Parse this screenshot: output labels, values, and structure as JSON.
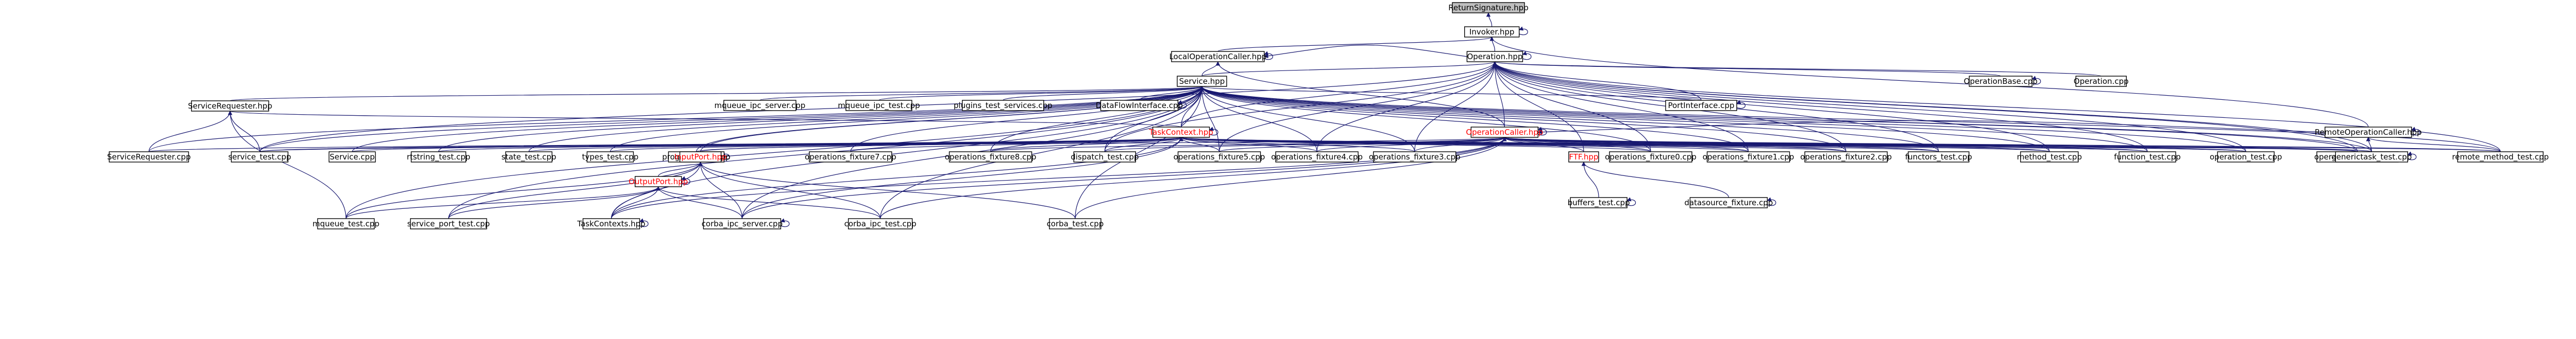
{
  "diagram": {
    "nodes": [
      {
        "id": "returnsig",
        "label": "ReturnSignature.hpp",
        "style": "root"
      },
      {
        "id": "invoker",
        "label": "Invoker.hpp"
      },
      {
        "id": "localopcaller",
        "label": "LocalOperationCaller.hpp"
      },
      {
        "id": "operation_hpp",
        "label": "Operation.hpp"
      },
      {
        "id": "service_hpp",
        "label": "Service.hpp"
      },
      {
        "id": "servicerequester_hpp",
        "label": "ServiceRequester.hpp"
      },
      {
        "id": "mqueue_ipc_server",
        "label": "mqueue_ipc_server.cpp"
      },
      {
        "id": "mqueue_ipc_test",
        "label": "mqueue_ipc_test.cpp"
      },
      {
        "id": "plugins_test_services",
        "label": "plugins_test_services.cpp"
      },
      {
        "id": "dataflowinterface",
        "label": "DataFlowInterface.cpp"
      },
      {
        "id": "portinterface",
        "label": "PortInterface.cpp"
      },
      {
        "id": "operationbase",
        "label": "OperationBase.cpp"
      },
      {
        "id": "operation_cpp",
        "label": "Operation.cpp"
      },
      {
        "id": "remoteopcaller",
        "label": "RemoteOperationCaller.hpp"
      },
      {
        "id": "taskcontext",
        "label": "TaskContext.hpp",
        "style": "red"
      },
      {
        "id": "operationcaller",
        "label": "OperationCaller.hpp",
        "style": "red"
      },
      {
        "id": "servicerequester_cpp",
        "label": "ServiceRequester.cpp"
      },
      {
        "id": "service_test",
        "label": "service_test.cpp"
      },
      {
        "id": "service_cpp",
        "label": "Service.cpp"
      },
      {
        "id": "rtstring_test",
        "label": "rtstring_test.cpp"
      },
      {
        "id": "state_test",
        "label": "state_test.cpp"
      },
      {
        "id": "types_test",
        "label": "types_test.cpp"
      },
      {
        "id": "program_test",
        "label": "program_test.cpp"
      },
      {
        "id": "inputport",
        "label": "InputPort.hpp",
        "style": "red"
      },
      {
        "id": "opfix7",
        "label": "operations_fixture7.cpp"
      },
      {
        "id": "opfix8",
        "label": "operations_fixture8.cpp"
      },
      {
        "id": "dispatch_test",
        "label": "dispatch_test.cpp"
      },
      {
        "id": "opfix5",
        "label": "operations_fixture5.cpp"
      },
      {
        "id": "opfix4",
        "label": "operations_fixture4.cpp"
      },
      {
        "id": "opfix3",
        "label": "operations_fixture3.cpp"
      },
      {
        "id": "ftf",
        "label": "FTF.hpp",
        "style": "red"
      },
      {
        "id": "opfix0",
        "label": "operations_fixture0.cpp"
      },
      {
        "id": "opfix1",
        "label": "operations_fixture1.cpp"
      },
      {
        "id": "opfix2",
        "label": "operations_fixture2.cpp"
      },
      {
        "id": "functors_test",
        "label": "functors_test.cpp"
      },
      {
        "id": "method_test",
        "label": "method_test.cpp"
      },
      {
        "id": "function_test",
        "label": "function_test.cpp"
      },
      {
        "id": "operation_test",
        "label": "operation_test.cpp"
      },
      {
        "id": "opfixture",
        "label": "operations_fixture.cpp"
      },
      {
        "id": "generictask_test",
        "label": "generictask_test.cpp"
      },
      {
        "id": "remote_method_test",
        "label": "remote_method_test.cpp"
      },
      {
        "id": "outputport",
        "label": "OutputPort.hpp",
        "style": "red"
      },
      {
        "id": "buffers_test",
        "label": "buffers_test.cpp"
      },
      {
        "id": "datasource_fixture",
        "label": "datasource_fixture.cpp"
      },
      {
        "id": "mqueue_test",
        "label": "mqueue_test.cpp"
      },
      {
        "id": "service_port_test",
        "label": "service_port_test.cpp"
      },
      {
        "id": "taskcontexts",
        "label": "TaskContexts.hpp"
      },
      {
        "id": "corba_ipc_server",
        "label": "corba_ipc_server.cpp"
      },
      {
        "id": "corba_ipc_test",
        "label": "corba_ipc_test.cpp"
      },
      {
        "id": "corba_test",
        "label": "corba_test.cpp"
      }
    ],
    "edges": [
      [
        "invoker",
        "returnsig"
      ],
      [
        "localopcaller",
        "invoker"
      ],
      [
        "operation_hpp",
        "invoker"
      ],
      [
        "remoteopcaller",
        "invoker"
      ],
      [
        "service_hpp",
        "localopcaller"
      ],
      [
        "operation_hpp",
        "localopcaller"
      ],
      [
        "operationcaller",
        "localopcaller"
      ],
      [
        "service_hpp",
        "operation_hpp"
      ],
      [
        "operationbase",
        "operation_hpp"
      ],
      [
        "operation_cpp",
        "operation_hpp"
      ],
      [
        "portinterface",
        "operation_hpp"
      ],
      [
        "taskcontext",
        "operation_hpp"
      ],
      [
        "operationcaller",
        "operation_hpp"
      ],
      [
        "opfix0",
        "operation_hpp"
      ],
      [
        "opfix1",
        "operation_hpp"
      ],
      [
        "opfix2",
        "operation_hpp"
      ],
      [
        "functors_test",
        "operation_hpp"
      ],
      [
        "method_test",
        "operation_hpp"
      ],
      [
        "function_test",
        "operation_hpp"
      ],
      [
        "operation_test",
        "operation_hpp"
      ],
      [
        "opfixture",
        "operation_hpp"
      ],
      [
        "remote_method_test",
        "operation_hpp"
      ],
      [
        "service_test",
        "operation_hpp"
      ],
      [
        "dispatch_test",
        "operation_hpp"
      ],
      [
        "opfix5",
        "operation_hpp"
      ],
      [
        "opfix4",
        "operation_hpp"
      ],
      [
        "opfix3",
        "operation_hpp"
      ],
      [
        "generictask_test",
        "operation_hpp"
      ],
      [
        "ftf",
        "operation_hpp"
      ],
      [
        "servicerequester_hpp",
        "service_hpp"
      ],
      [
        "mqueue_ipc_server",
        "service_hpp"
      ],
      [
        "mqueue_ipc_test",
        "service_hpp"
      ],
      [
        "plugins_test_services",
        "service_hpp"
      ],
      [
        "dataflowinterface",
        "service_hpp"
      ],
      [
        "portinterface",
        "service_hpp"
      ],
      [
        "taskcontext",
        "service_hpp"
      ],
      [
        "servicerequester_cpp",
        "service_hpp"
      ],
      [
        "service_test",
        "service_hpp"
      ],
      [
        "service_cpp",
        "service_hpp"
      ],
      [
        "rtstring_test",
        "service_hpp"
      ],
      [
        "state_test",
        "service_hpp"
      ],
      [
        "types_test",
        "service_hpp"
      ],
      [
        "program_test",
        "service_hpp"
      ],
      [
        "inputport",
        "service_hpp"
      ],
      [
        "opfix7",
        "service_hpp"
      ],
      [
        "opfix8",
        "service_hpp"
      ],
      [
        "dispatch_test",
        "service_hpp"
      ],
      [
        "opfix5",
        "service_hpp"
      ],
      [
        "opfix4",
        "service_hpp"
      ],
      [
        "opfix3",
        "service_hpp"
      ],
      [
        "opfix0",
        "service_hpp"
      ],
      [
        "opfix1",
        "service_hpp"
      ],
      [
        "opfix2",
        "service_hpp"
      ],
      [
        "functors_test",
        "service_hpp"
      ],
      [
        "method_test",
        "service_hpp"
      ],
      [
        "function_test",
        "service_hpp"
      ],
      [
        "operation_test",
        "service_hpp"
      ],
      [
        "opfixture",
        "service_hpp"
      ],
      [
        "generictask_test",
        "service_hpp"
      ],
      [
        "remote_method_test",
        "service_hpp"
      ],
      [
        "mqueue_test",
        "service_hpp"
      ],
      [
        "service_port_test",
        "service_hpp"
      ],
      [
        "corba_ipc_server",
        "service_hpp"
      ],
      [
        "corba_ipc_test",
        "service_hpp"
      ],
      [
        "corba_test",
        "service_hpp"
      ],
      [
        "taskcontexts",
        "service_hpp"
      ],
      [
        "servicerequester_cpp",
        "servicerequester_hpp"
      ],
      [
        "service_test",
        "servicerequester_hpp"
      ],
      [
        "taskcontext",
        "servicerequester_hpp"
      ],
      [
        "mqueue_test",
        "servicerequester_hpp"
      ],
      [
        "remoteopcaller",
        "operationcaller"
      ],
      [
        "generictask_test",
        "remoteopcaller"
      ],
      [
        "remote_method_test",
        "remoteopcaller"
      ],
      [
        "servicerequester_cpp",
        "taskcontext"
      ],
      [
        "service_test",
        "taskcontext"
      ],
      [
        "service_cpp",
        "taskcontext"
      ],
      [
        "rtstring_test",
        "taskcontext"
      ],
      [
        "state_test",
        "taskcontext"
      ],
      [
        "types_test",
        "taskcontext"
      ],
      [
        "program_test",
        "taskcontext"
      ],
      [
        "inputport",
        "taskcontext"
      ],
      [
        "opfix7",
        "taskcontext"
      ],
      [
        "opfix8",
        "taskcontext"
      ],
      [
        "dispatch_test",
        "taskcontext"
      ],
      [
        "opfix5",
        "taskcontext"
      ],
      [
        "opfix4",
        "taskcontext"
      ],
      [
        "opfix3",
        "taskcontext"
      ],
      [
        "opfix0",
        "taskcontext"
      ],
      [
        "opfix1",
        "taskcontext"
      ],
      [
        "opfix2",
        "taskcontext"
      ],
      [
        "functors_test",
        "taskcontext"
      ],
      [
        "method_test",
        "taskcontext"
      ],
      [
        "function_test",
        "taskcontext"
      ],
      [
        "operation_test",
        "taskcontext"
      ],
      [
        "opfixture",
        "taskcontext"
      ],
      [
        "generictask_test",
        "taskcontext"
      ],
      [
        "remote_method_test",
        "taskcontext"
      ],
      [
        "taskcontexts",
        "taskcontext"
      ],
      [
        "corba_ipc_server",
        "taskcontext"
      ],
      [
        "service_test",
        "operationcaller"
      ],
      [
        "dispatch_test",
        "operationcaller"
      ],
      [
        "opfix5",
        "operationcaller"
      ],
      [
        "opfix4",
        "operationcaller"
      ],
      [
        "opfix3",
        "operationcaller"
      ],
      [
        "opfix8",
        "operationcaller"
      ],
      [
        "ftf",
        "operationcaller"
      ],
      [
        "opfix0",
        "operationcaller"
      ],
      [
        "opfix1",
        "operationcaller"
      ],
      [
        "opfix2",
        "operationcaller"
      ],
      [
        "functors_test",
        "operationcaller"
      ],
      [
        "method_test",
        "operationcaller"
      ],
      [
        "function_test",
        "operationcaller"
      ],
      [
        "operation_test",
        "operationcaller"
      ],
      [
        "opfixture",
        "operationcaller"
      ],
      [
        "generictask_test",
        "operationcaller"
      ],
      [
        "remote_method_test",
        "operationcaller"
      ],
      [
        "corba_ipc_server",
        "operationcaller"
      ],
      [
        "corba_ipc_test",
        "operationcaller"
      ],
      [
        "corba_test",
        "operationcaller"
      ],
      [
        "taskcontexts",
        "operationcaller"
      ],
      [
        "outputport",
        "inputport"
      ],
      [
        "mqueue_test",
        "inputport"
      ],
      [
        "service_port_test",
        "inputport"
      ],
      [
        "taskcontexts",
        "inputport"
      ],
      [
        "corba_ipc_server",
        "inputport"
      ],
      [
        "corba_ipc_test",
        "inputport"
      ],
      [
        "corba_test",
        "inputport"
      ],
      [
        "mqueue_test",
        "outputport"
      ],
      [
        "service_port_test",
        "outputport"
      ],
      [
        "taskcontexts",
        "outputport"
      ],
      [
        "corba_ipc_server",
        "outputport"
      ],
      [
        "corba_ipc_test",
        "outputport"
      ],
      [
        "buffers_test",
        "ftf"
      ],
      [
        "datasource_fixture",
        "ftf"
      ],
      [
        "corba_ipc_server",
        "corba_ipc_server"
      ],
      [
        "taskcontexts",
        "taskcontexts"
      ],
      [
        "invoker",
        "invoker"
      ],
      [
        "localopcaller",
        "localopcaller"
      ],
      [
        "operation_hpp",
        "operation_hpp"
      ],
      [
        "portinterface",
        "portinterface"
      ],
      [
        "dataflowinterface",
        "dataflowinterface"
      ],
      [
        "operationbase",
        "operationbase"
      ],
      [
        "remoteopcaller",
        "remoteopcaller"
      ],
      [
        "taskcontext",
        "taskcontext"
      ],
      [
        "operationcaller",
        "operationcaller"
      ],
      [
        "inputport",
        "inputport"
      ],
      [
        "outputport",
        "outputport"
      ],
      [
        "generictask_test",
        "generictask_test"
      ],
      [
        "buffers_test",
        "buffers_test"
      ],
      [
        "datasource_fixture",
        "datasource_fixture"
      ]
    ]
  }
}
